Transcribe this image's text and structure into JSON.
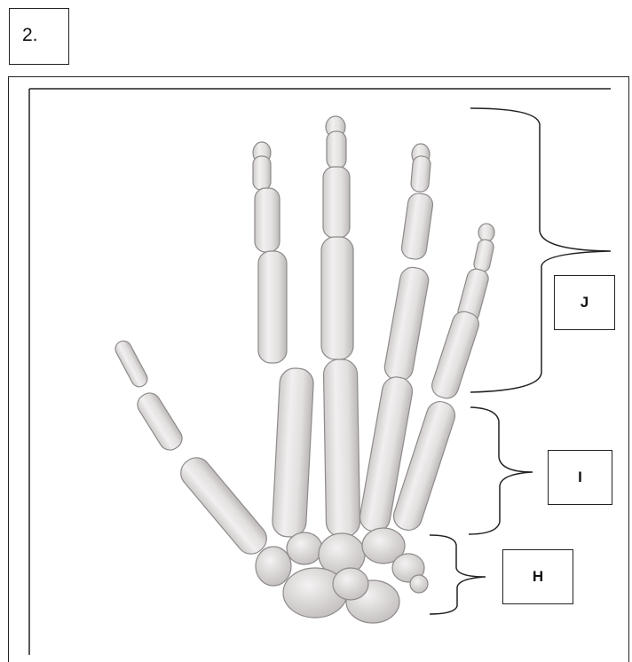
{
  "question_number": "2.",
  "labels": {
    "j": "J",
    "i": "I",
    "h": "H"
  },
  "colors": {
    "bone_fill": "#e6e3e3",
    "bone_stroke": "#8e8a8a",
    "line": "#222222"
  }
}
